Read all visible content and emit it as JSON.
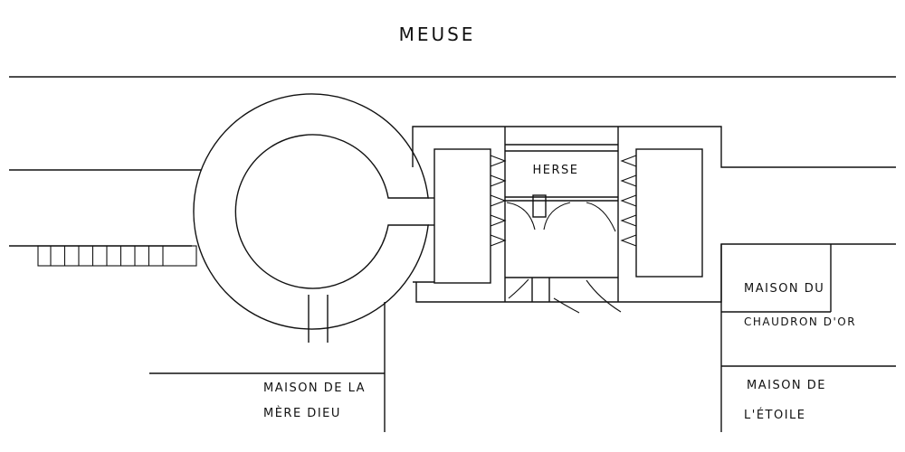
{
  "labels": {
    "river": "MEUSE",
    "portcullis": "HERSE",
    "house_chaudron_line1": "MAISON DU",
    "house_chaudron_line2": "CHAUDRON D'OR",
    "house_mere_dieu_line1": "MAISON DE LA",
    "house_mere_dieu_line2": "MÈRE DIEU",
    "house_etoile_line1": "MAISON DE",
    "house_etoile_line2": "L'ÉTOILE"
  }
}
